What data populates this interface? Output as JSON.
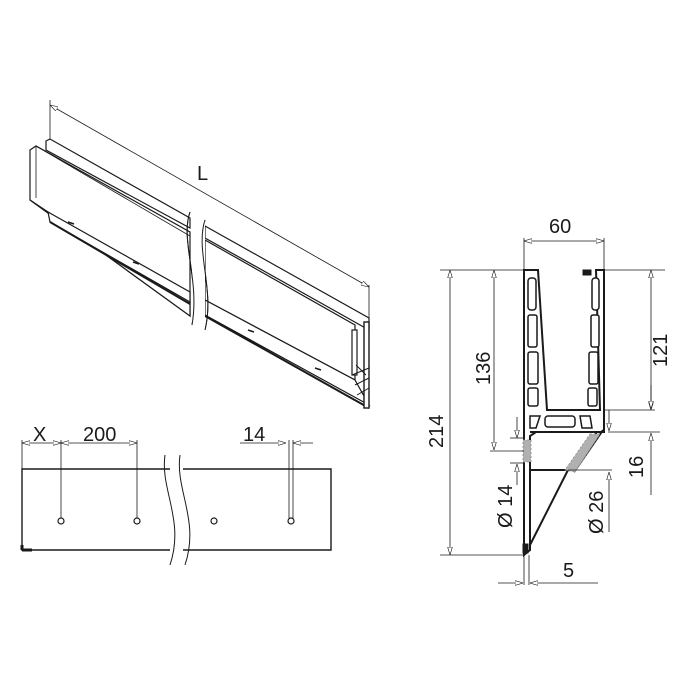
{
  "drawing": {
    "title": "Glass railing base profile - technical drawing",
    "colors": {
      "line": "#1a1a1a",
      "fill": "#ffffff",
      "hatch": "#b0b0b0"
    },
    "isometric_view": {
      "length_label": "L"
    },
    "top_view": {
      "dimensions": {
        "edge_offset": "X",
        "hole_spacing": "200",
        "hole_diameter": "14"
      },
      "hole_count_visible": 4
    },
    "section_view": {
      "dimensions": {
        "width": "60",
        "total_height": "214",
        "channel_depth": "136",
        "inner_height": "121",
        "bolt_offset": "16",
        "small_hole": "Ø 14",
        "large_hole": "Ø 26",
        "wall_thickness": "5"
      }
    }
  }
}
